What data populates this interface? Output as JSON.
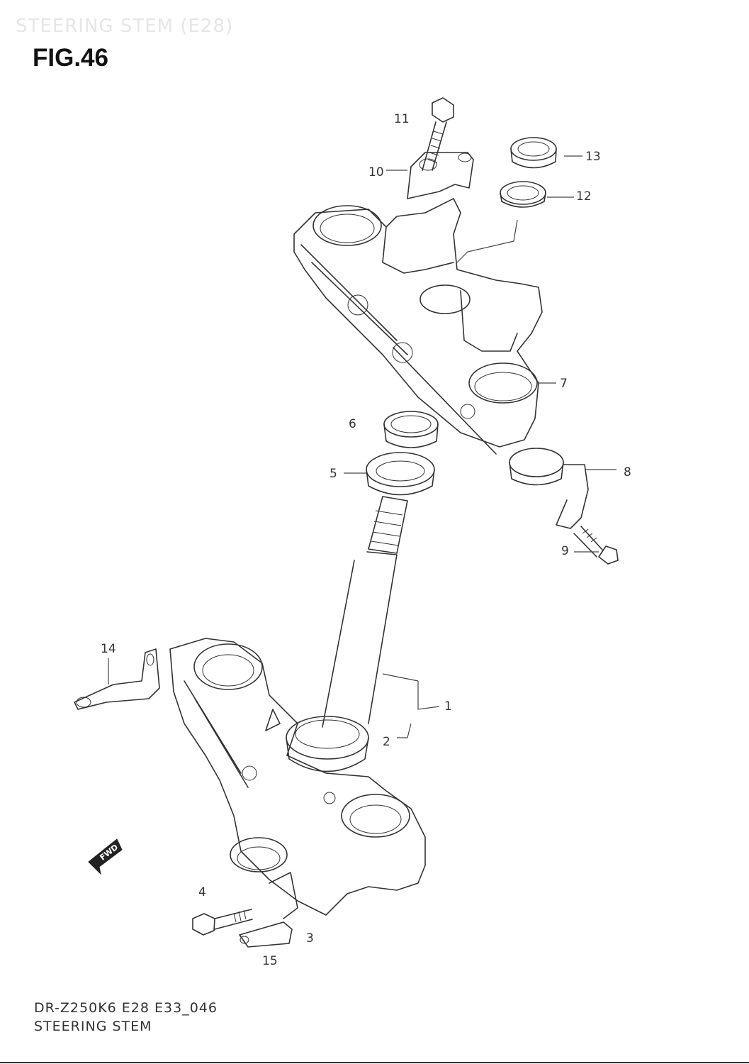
{
  "header": {
    "watermark": "STEERING STEM (E28)",
    "figure": "FIG.46"
  },
  "footer": {
    "model_code": "DR-Z250K6 E28 E33_046",
    "title": "STEERING STEM"
  },
  "callouts": {
    "c1": "1",
    "c2": "2",
    "c3": "3",
    "c4": "4",
    "c5": "5",
    "c6": "6",
    "c7": "7",
    "c8": "8",
    "c9": "9",
    "c10": "10",
    "c11": "11",
    "c12": "12",
    "c13": "13",
    "c14": "14",
    "c15": "15"
  },
  "fwd_marker": "FWD"
}
